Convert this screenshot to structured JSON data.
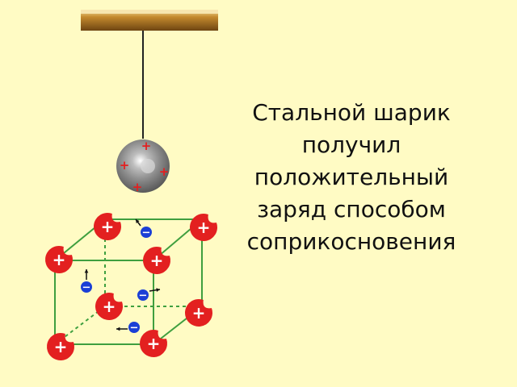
{
  "caption": {
    "lines": [
      "Стальной шарик",
      "получил",
      "положительный",
      "заряд способом",
      "соприкосновения"
    ]
  },
  "symbols": {
    "plus": "+",
    "minus": "−",
    "ball_plus": "+"
  },
  "colors": {
    "background": "#fffbc4",
    "ion": "#e32020",
    "electron": "#1a3fd6",
    "lattice": "#3f9f3f",
    "ball": "#8e8e8e",
    "thread": "#222222",
    "beam": "#a5701e"
  }
}
